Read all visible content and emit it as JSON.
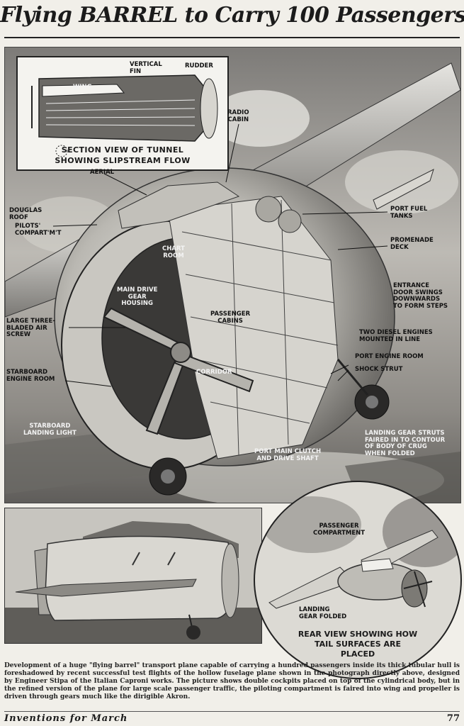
{
  "page": {
    "title": "Flying BARREL to Carry 100 Passengers"
  },
  "inset": {
    "labels": {
      "wing": "WING",
      "vertical_fin": "VERTICAL\nFIN",
      "rudder": "RUDDER"
    },
    "caption_line1": "SECTION VIEW OF TUNNEL",
    "caption_line2": "SHOWING SLIPSTREAM FLOW"
  },
  "callouts": {
    "radio_cabin": "RADIO\nCABIN",
    "aerial": "AERIAL",
    "douglas_roof": "DOUGLAS\nROOF",
    "pilots_compartment": "PILOTS'\nCOMPART'M'T",
    "chart_room": "CHART\nROOM",
    "port_fuel_tanks": "PORT FUEL\nTANKS",
    "promenade_deck": "PROMENADE\nDECK",
    "main_drive_gear_housing": "MAIN DRIVE\nGEAR\nHOUSING",
    "entrance_door": "ENTRANCE\nDOOR SWINGS\nDOWNWARDS\nTO FORM STEPS",
    "large_screw": "LARGE THREE-\nBLADED AIR\nSCREW",
    "passenger_cabins": "PASSENGER\nCABINS",
    "two_diesel_engines": "TWO DIESEL ENGINES\nMOUNTED IN LINE",
    "port_engine_room": "PORT ENGINE ROOM",
    "shock_strut": "SHOCK STRUT",
    "starboard_engine_room": "STARBOARD\nENGINE ROOM",
    "corridor": "CORRIDOR",
    "starboard_landing_light": "STARBOARD\nLANDING LIGHT",
    "landing_gear_struts": "LANDING GEAR STRUTS\nFAIRED IN TO CONTOUR\nOF BODY OF CRUG\nWHEN FOLDED",
    "port_main_clutch": "PORT MAIN CLUTCH\nAND DRIVE SHAFT"
  },
  "rear_view": {
    "passenger_compartment": "PASSENGER\nCOMPARTMENT",
    "landing_gear_folded": "LANDING\nGEAR FOLDED",
    "caption": "REAR VIEW SHOWING HOW\nTAIL SURFACES ARE\nPLACED"
  },
  "body_text": "Development of a huge \"flying barrel\" transport plane capable of carrying a hundred passengers inside its thick tubular hull is foreshadowed by recent successful test flights of the hollow fuselage plane shown in the photograph directly above, designed by Engineer Stipa of the Italian Caproni works. The picture shows double cockpits placed on top of the cylindrical body, but in the refined version of the plane for large scale passenger traffic, the piloting compartment is faired into wing and propeller is driven through gears much like the dirigible Akron.",
  "footer": {
    "section": "Inventions for March",
    "page_number": "77"
  }
}
